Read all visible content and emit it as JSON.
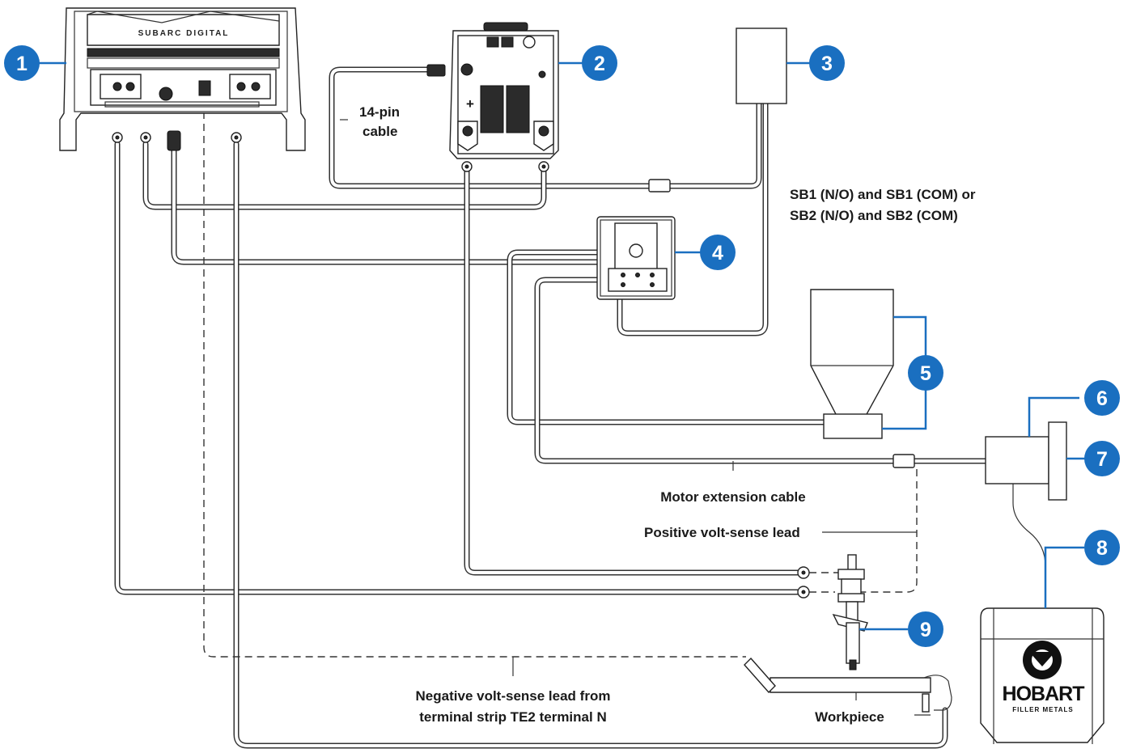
{
  "diagram": {
    "machine_label": "SUBARC DIGITAL",
    "labels": {
      "pin_cable_line1": "14-pin",
      "pin_cable_line2": "cable",
      "sb_line1": "SB1 (N/O) and SB1 (COM) or",
      "sb_line2": "SB2 (N/O) and SB2 (COM)",
      "motor_extension": "Motor extension cable",
      "positive_sense": "Positive volt-sense lead",
      "negative_sense_line1": "Negative volt-sense lead from",
      "negative_sense_line2": "terminal strip TE2 terminal N",
      "workpiece": "Workpiece"
    },
    "callouts": [
      "1",
      "2",
      "3",
      "4",
      "5",
      "6",
      "7",
      "8",
      "9"
    ],
    "plus_mark": "+",
    "logo": {
      "name": "HOBART",
      "sub": "FILLER METALS"
    },
    "colors": {
      "callout": "#1a6fc0",
      "cable": "#333333"
    }
  }
}
